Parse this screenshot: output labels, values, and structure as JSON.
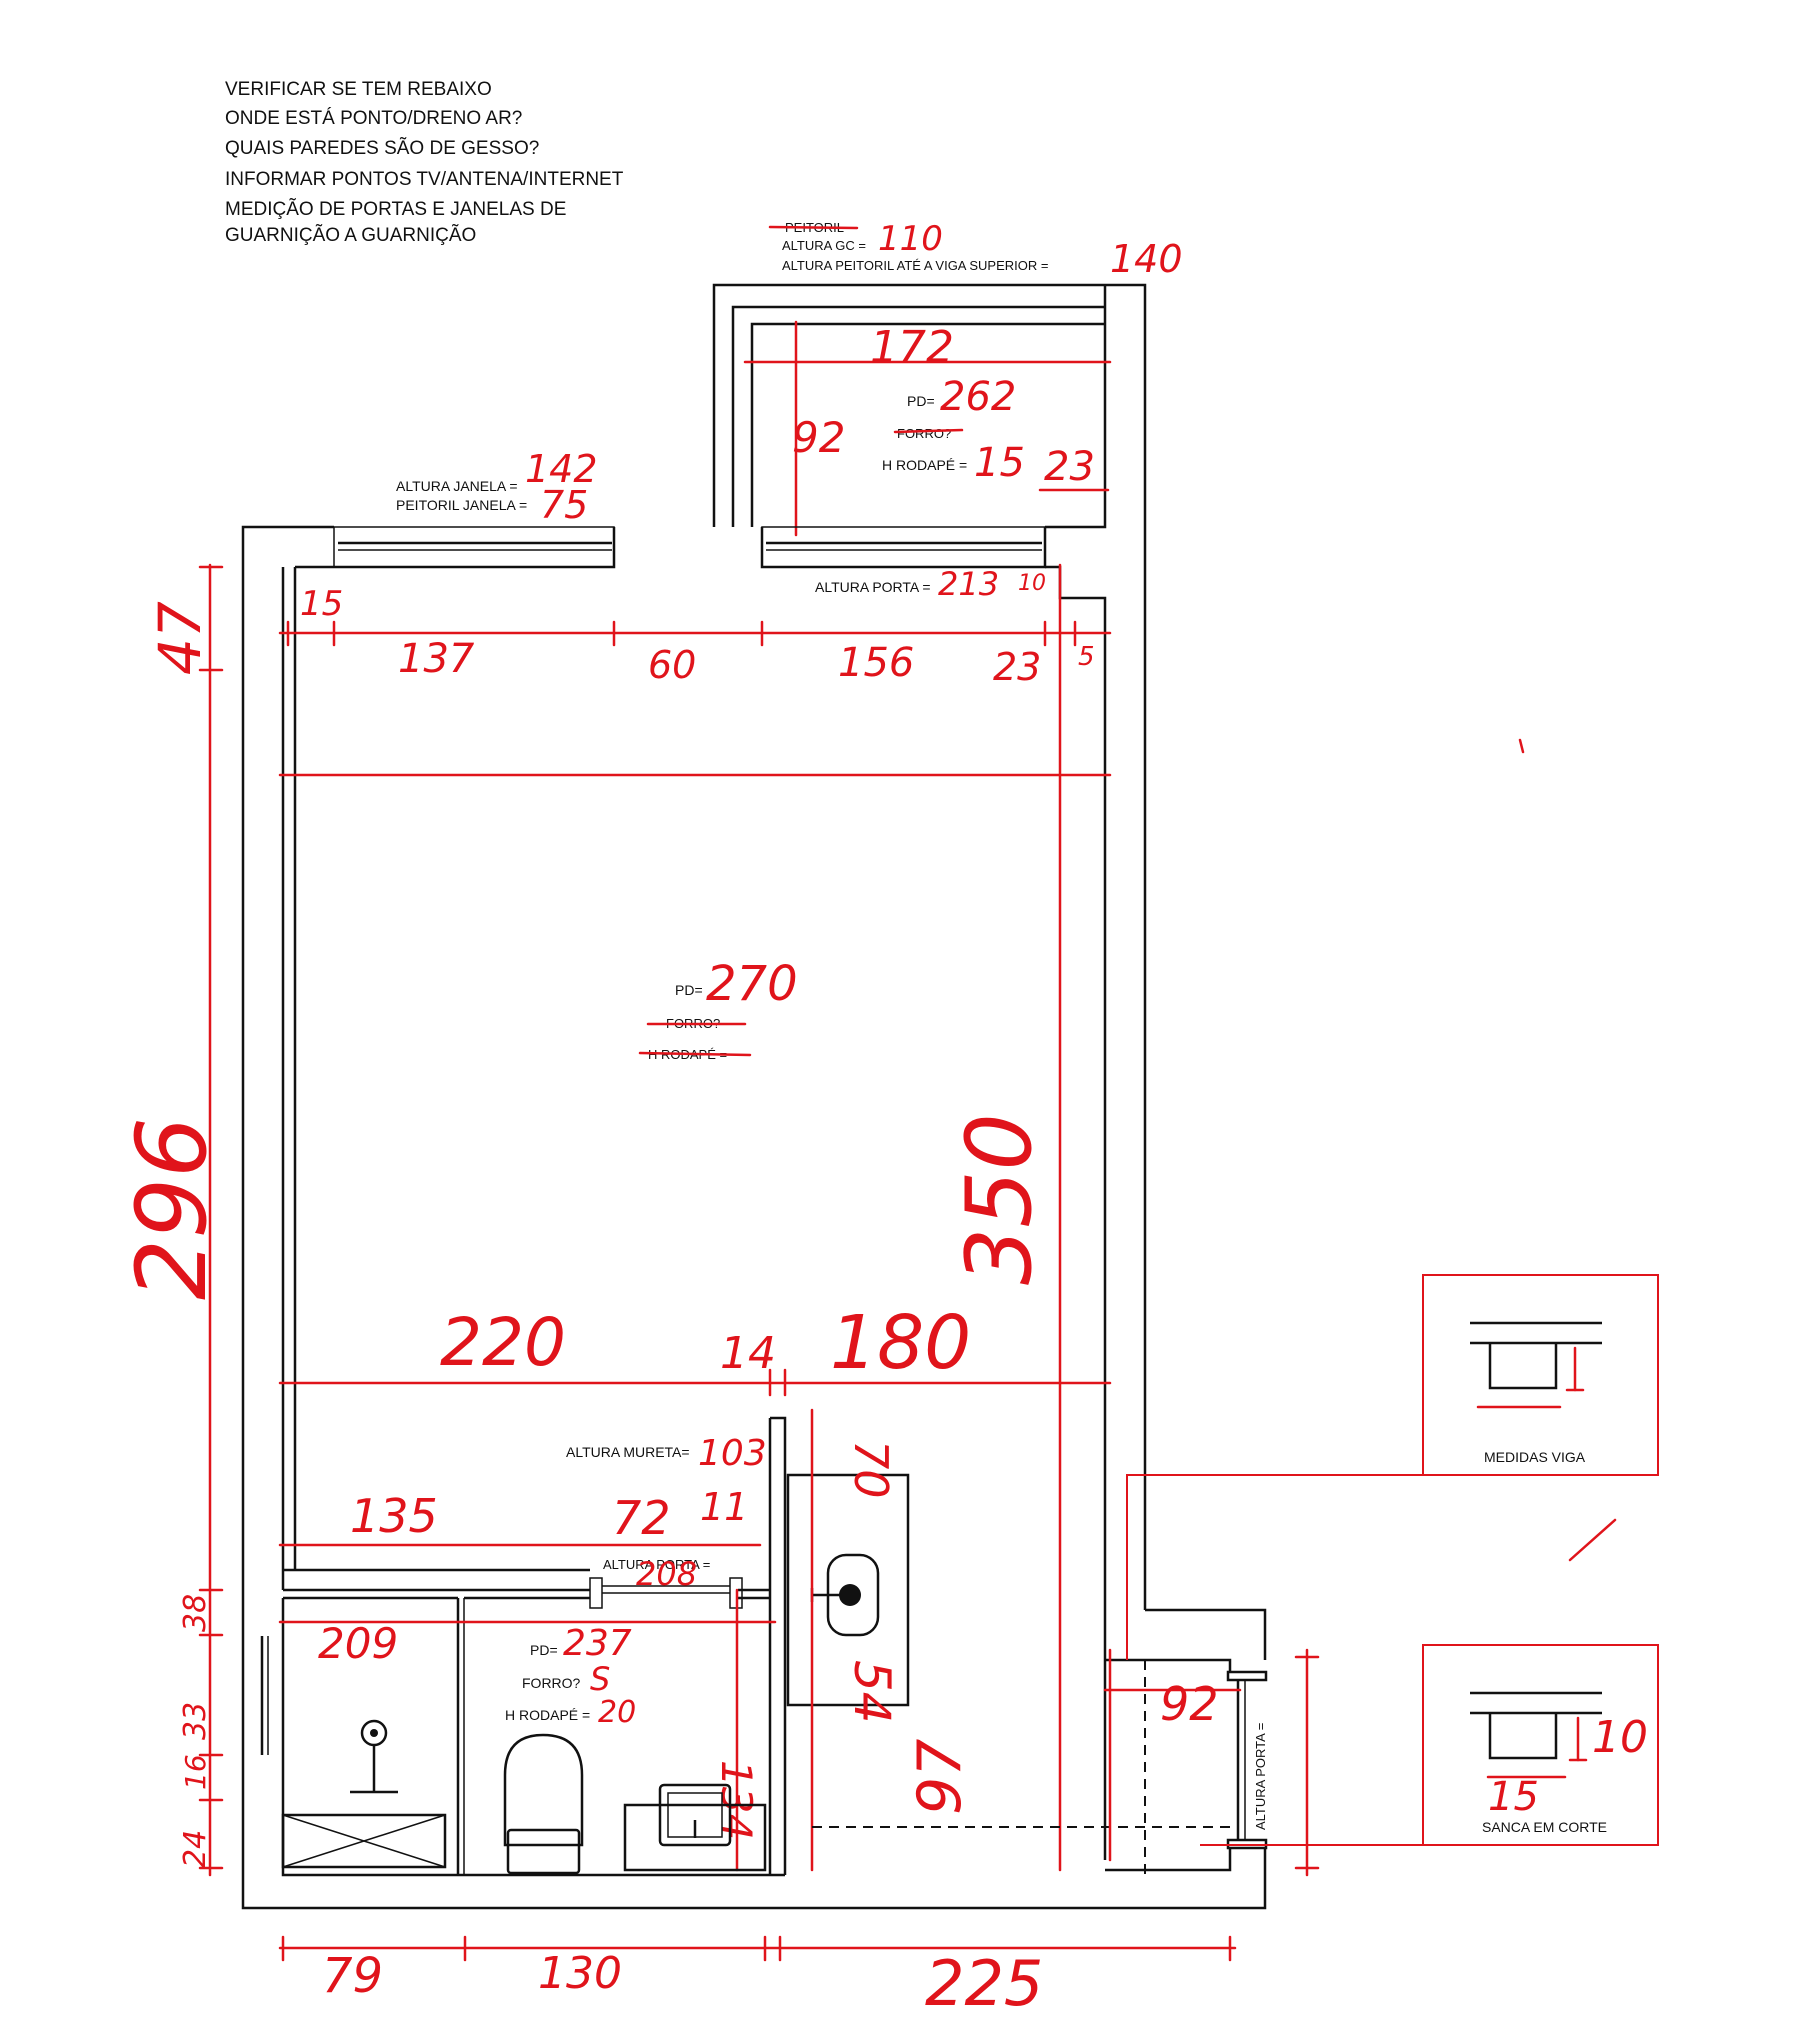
{
  "notes": {
    "line1": "VERIFICAR SE TEM REBAIXO",
    "line2": "ONDE ESTÁ PONTO/DRENO AR?",
    "line3": "QUAIS PAREDES SÃO DE GESSO?",
    "line4": "INFORMAR PONTOS TV/ANTENA/INTERNET",
    "line5": "MEDIÇÃO DE PORTAS E JANELAS DE",
    "line6": "GUARNIÇÃO A GUARNIÇÃO"
  },
  "balcony": {
    "peitoril_label": "PEITORIL",
    "altura_gc_label": "ALTURA GC =",
    "altura_gc_value": "110",
    "viga_label": "ALTURA PEITORIL ATÉ A VIGA SUPERIOR =",
    "viga_value": "140",
    "width_value": "172",
    "pd_label": "PD=",
    "pd_value": "262",
    "forro_label": "FORRO?",
    "rodape_label": "H RODAPÉ =",
    "rodape_value": "15",
    "depth_value": "92",
    "side_value": "23"
  },
  "window": {
    "altura_label": "ALTURA JANELA =",
    "altura_value": "142",
    "peitoril_label": "PEITORIL JANELA =",
    "peitoril_value": "75"
  },
  "main_room": {
    "altura_porta_label": "ALTURA PORTA =",
    "altura_porta_value": "213",
    "pd_label": "PD=",
    "pd_value": "270",
    "forro_label": "FORRO?",
    "rodape_label": "H RODAPÉ =",
    "top_dims": [
      "15",
      "137",
      "60",
      "156",
      "23",
      "10",
      "5"
    ],
    "left_top_value": "47",
    "left_total_value": "296",
    "right_total_value": "350",
    "mid_dims": [
      "220",
      "14",
      "180"
    ]
  },
  "bath": {
    "mureta_label": "ALTURA MURETA=",
    "mureta_value": "103",
    "door_label": "ALTURA PORTA =",
    "door_value": "208",
    "dims_top": [
      "135",
      "72",
      "11"
    ],
    "shower_width": "209",
    "pd_label": "PD=",
    "pd_value": "237",
    "forro_label": "FORRO?",
    "forro_value": "S",
    "rodape_label": "H RODAPÉ =",
    "rodape_value": "20",
    "vertical_value": "134",
    "left_dims": [
      "38",
      "33",
      "16",
      "24"
    ],
    "counter_values": [
      "70",
      "54"
    ]
  },
  "entry": {
    "width_value": "92",
    "depth_value": "97",
    "door_label": "ALTURA PORTA ="
  },
  "bottom_dims": [
    "79",
    "130",
    "225"
  ],
  "insets": {
    "viga_label": "MEDIDAS VIGA",
    "sanca_label": "SANCA EM CORTE",
    "sanca_height": "10",
    "sanca_width": "15"
  }
}
